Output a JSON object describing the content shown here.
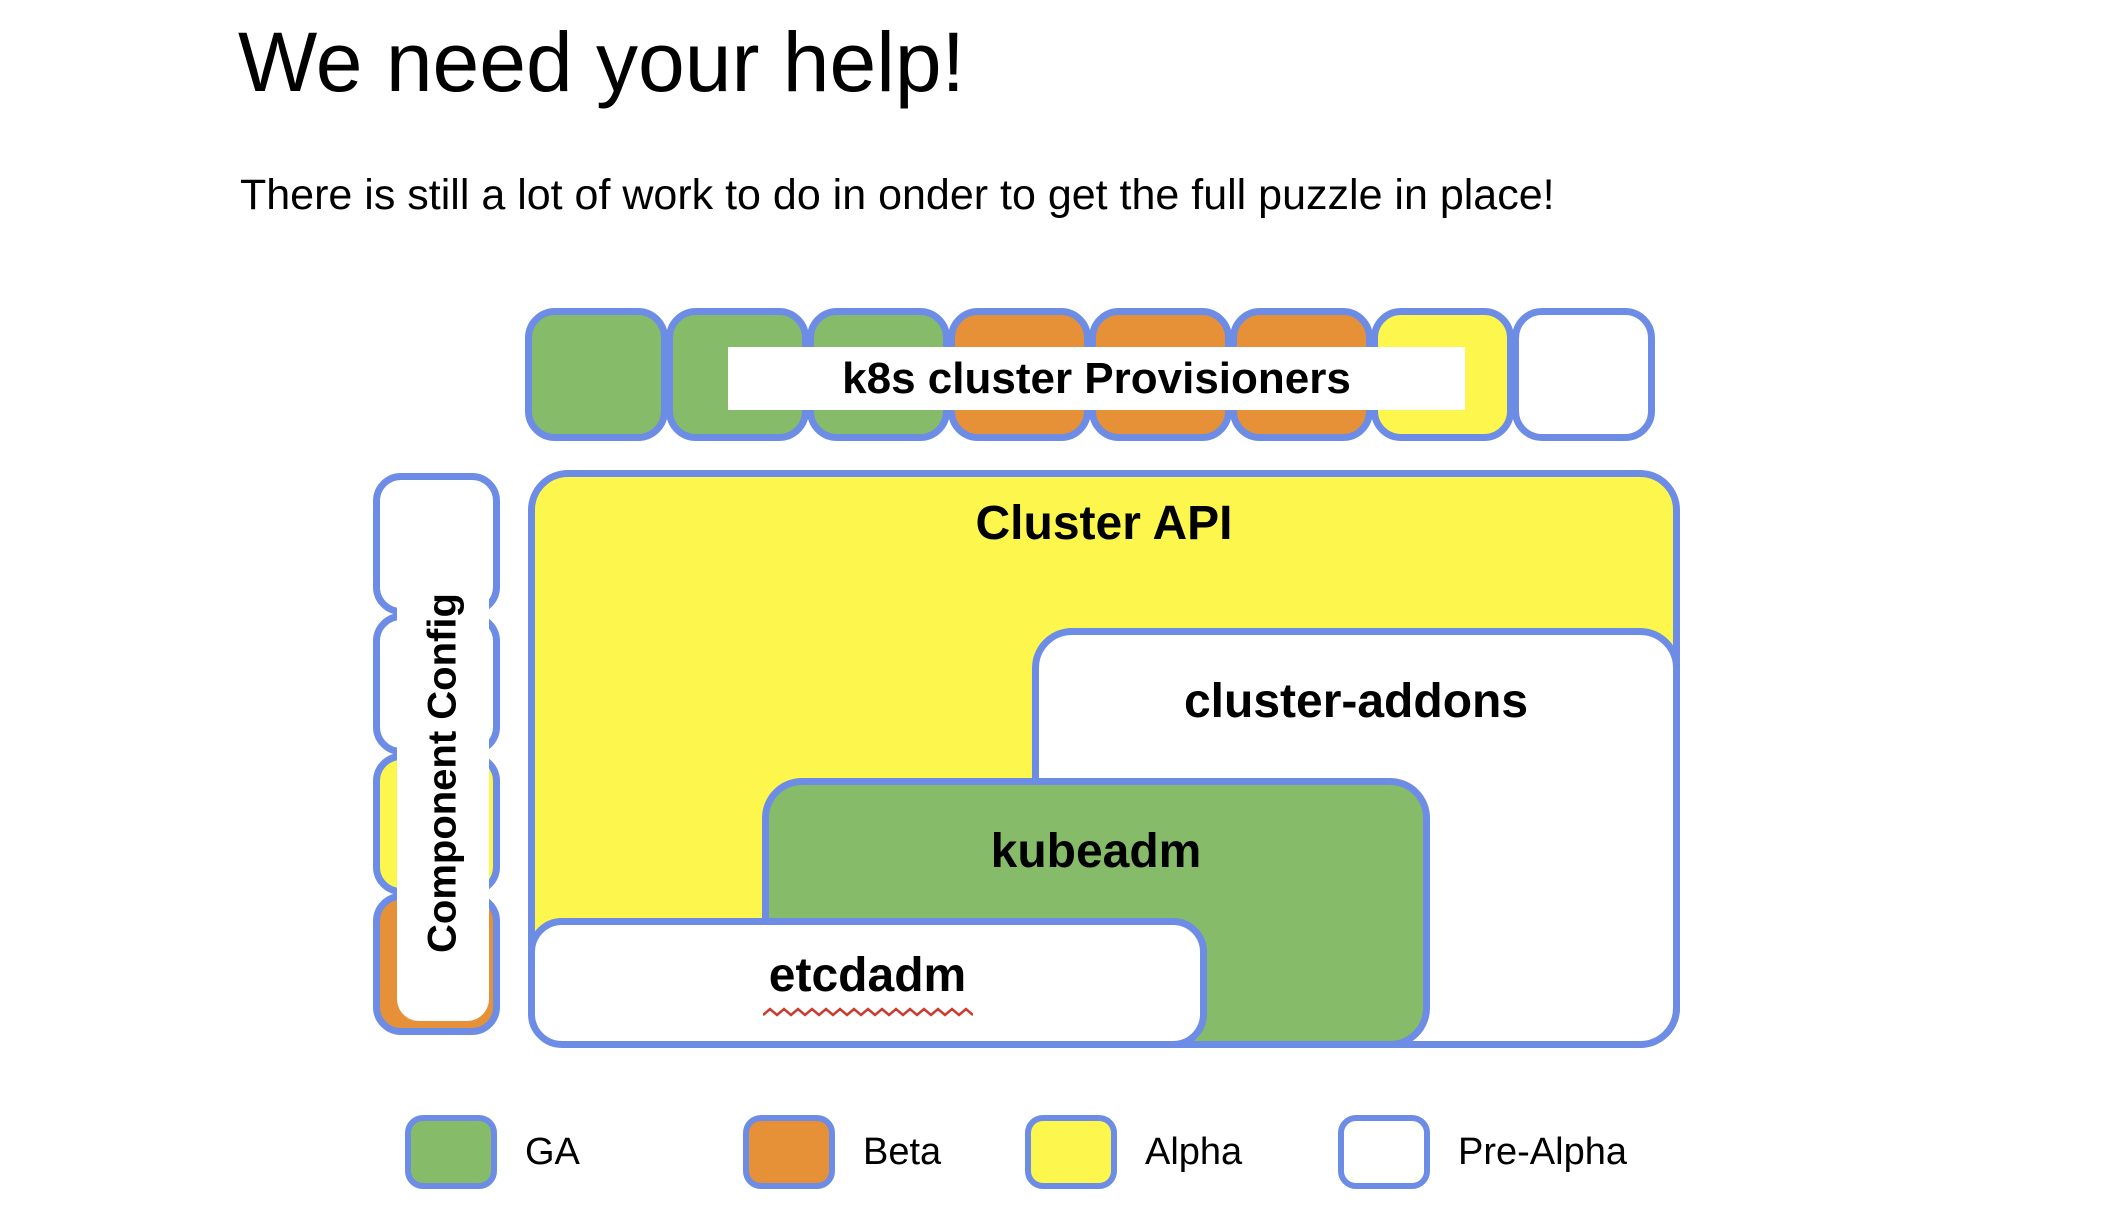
{
  "slide": {
    "title": "We need your help!",
    "subtitle": "There is still a lot of work to do in onder to get the full puzzle in place!"
  },
  "colors": {
    "green": "#86bb6a",
    "orange": "#e69138",
    "yellow": "#fdf64d",
    "white": "#ffffff",
    "border": "#6d8ce5",
    "squiggle_red": "#cc3b2f"
  },
  "provisioners_row": {
    "label": "k8s cluster Provisioners",
    "squares": [
      "green",
      "green",
      "green",
      "orange",
      "orange",
      "orange",
      "yellow",
      "white"
    ]
  },
  "component_config_column": {
    "label": "Component Config",
    "squares": [
      "white",
      "white",
      "yellow",
      "orange"
    ]
  },
  "puzzle": {
    "cluster_api_label": "Cluster API",
    "cluster_api_color": "yellow",
    "cluster_addons_label": "cluster-addons",
    "cluster_addons_color": "white",
    "kubeadm_label": "kubeadm",
    "kubeadm_color": "green",
    "etcdadm_label": "etcdadm",
    "etcdadm_color": "white"
  },
  "legend": {
    "items": [
      {
        "label": "GA",
        "color": "green"
      },
      {
        "label": "Beta",
        "color": "orange"
      },
      {
        "label": "Alpha",
        "color": "yellow"
      },
      {
        "label": "Pre-Alpha",
        "color": "white"
      }
    ]
  }
}
